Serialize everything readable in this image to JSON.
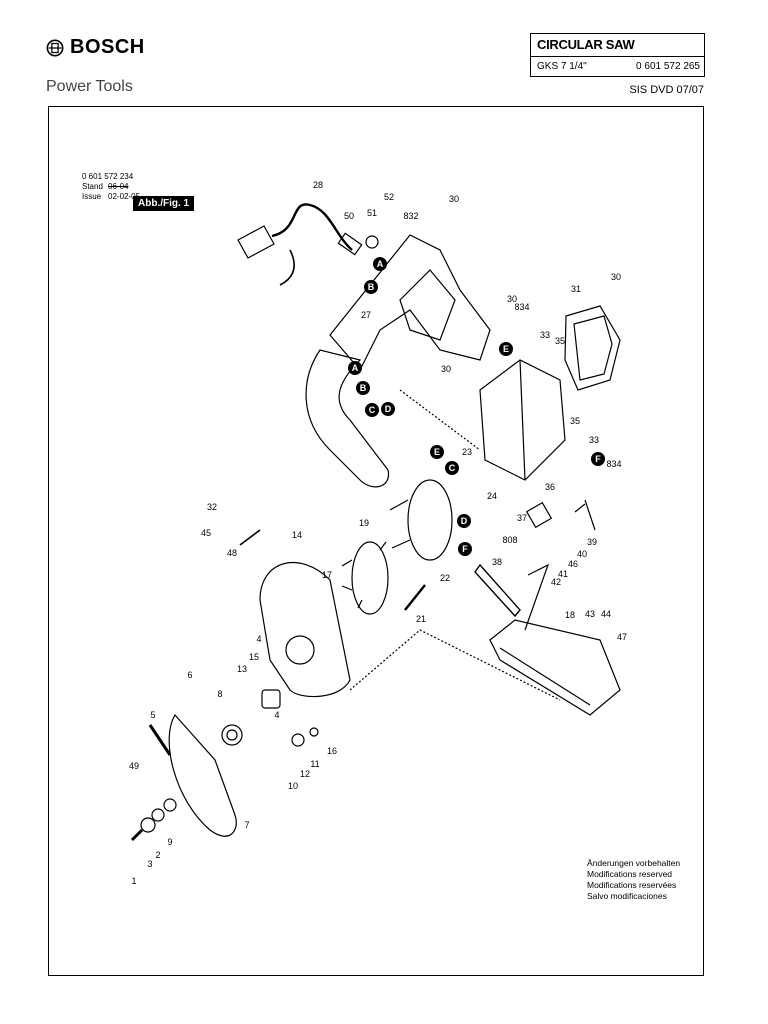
{
  "header": {
    "brand": "BOSCH",
    "subtitle": "Power Tools",
    "title": "CIRCULAR SAW",
    "model": "GKS 7 1/4\"",
    "part_number": "0 601 572 265",
    "edition": "SIS DVD 07/07"
  },
  "drawing_info": {
    "number": "0 601 572 234",
    "stand_label": "Stand",
    "issue_label": "Issue",
    "stand_value": "06-04",
    "issue_value": "02-02-05",
    "figure_label": "Abb./Fig. 1"
  },
  "notes": [
    "Änderungen vorbehalten",
    "Modifications reserved",
    "Modifications reservées",
    "Salvo modificaciones"
  ],
  "callouts": [
    "28",
    "52",
    "51",
    "50",
    "832",
    "30",
    "30",
    "31",
    "30",
    "834",
    "33",
    "35",
    "27",
    "30",
    "35",
    "33",
    "834",
    "23",
    "24",
    "36",
    "37",
    "808",
    "32",
    "45",
    "48",
    "14",
    "19",
    "17",
    "22",
    "21",
    "38",
    "42",
    "41",
    "46",
    "40",
    "39",
    "18",
    "43",
    "44",
    "47",
    "4",
    "15",
    "13",
    "6",
    "8",
    "4",
    "5",
    "49",
    "16",
    "11",
    "12",
    "10",
    "2",
    "3",
    "9",
    "1",
    "7"
  ],
  "letters": [
    "A",
    "B",
    "A",
    "B",
    "C",
    "D",
    "E",
    "E",
    "C",
    "D",
    "F",
    "F"
  ]
}
